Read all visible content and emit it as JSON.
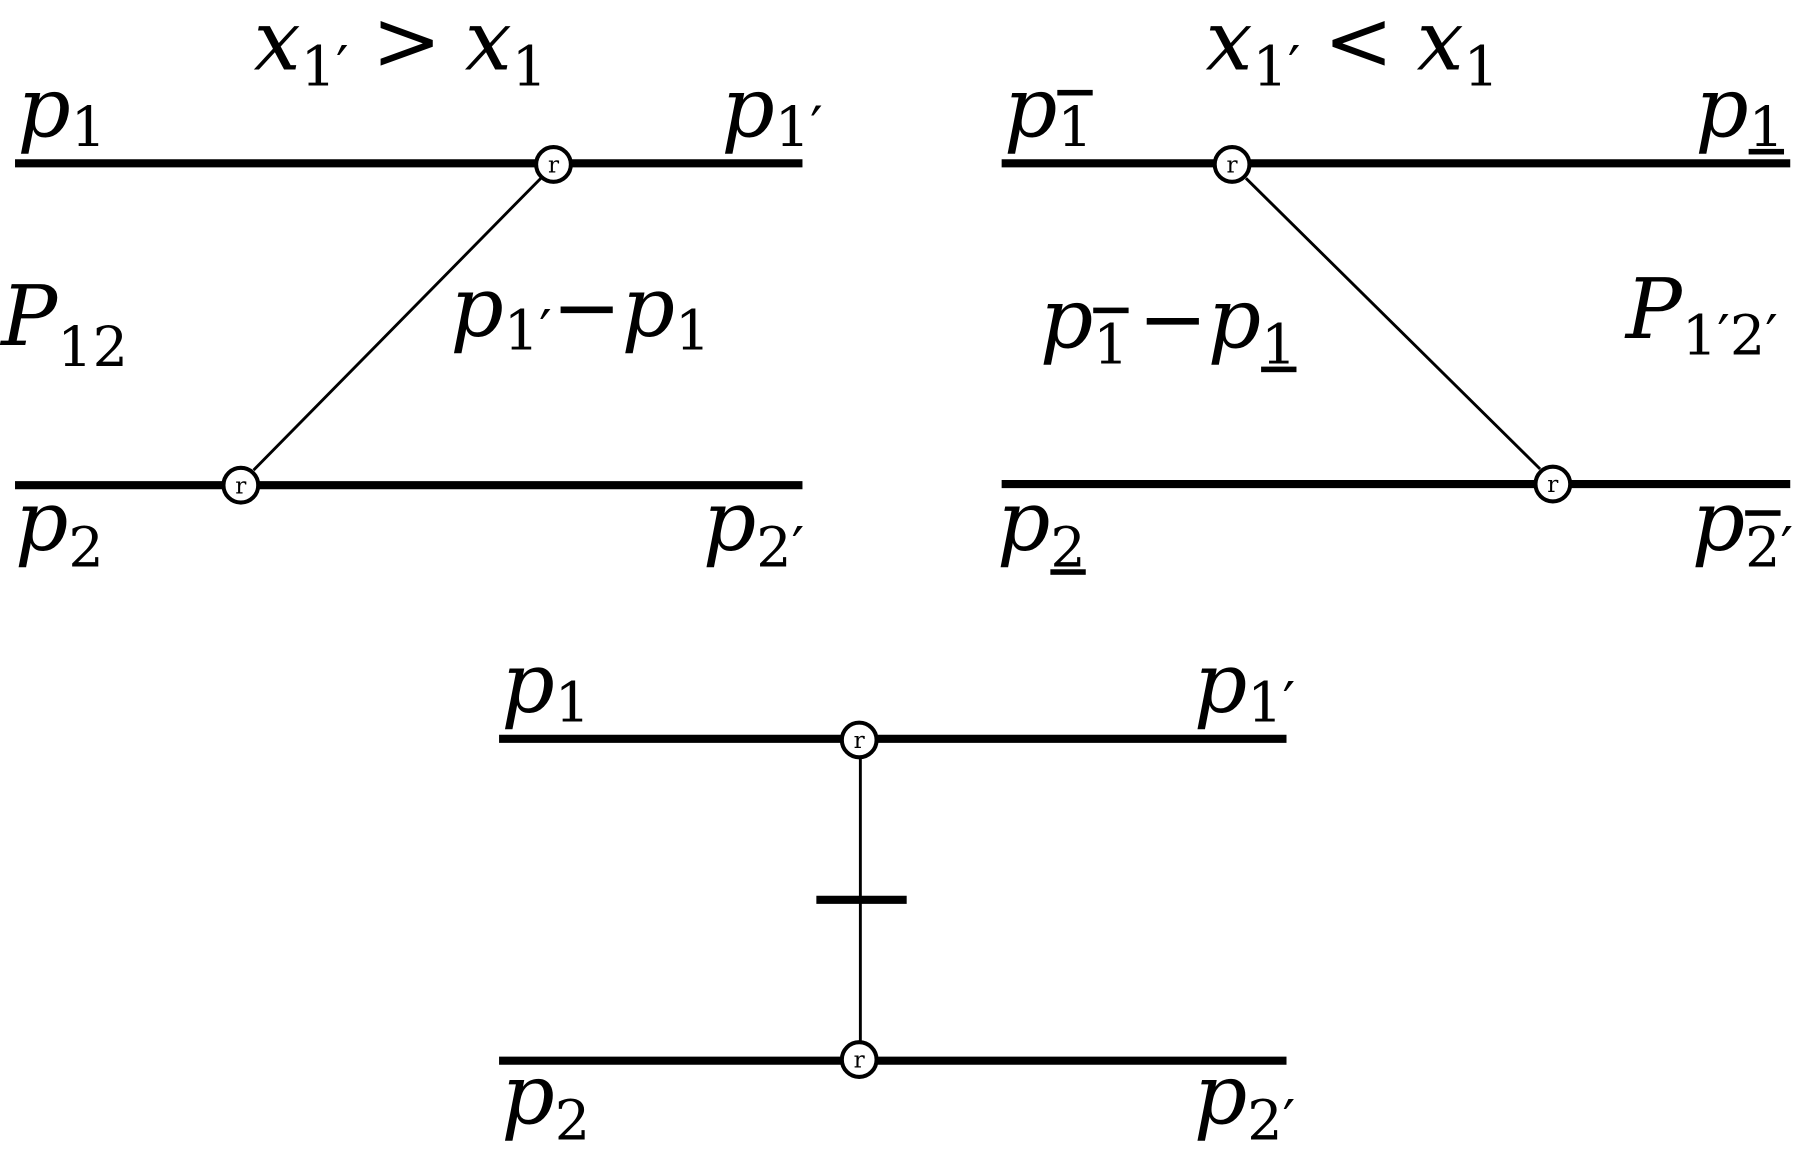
{
  "panels": [
    {
      "title": {
        "a": "x",
        "a_sub": "1′",
        "rel": ">",
        "b": "x",
        "b_sub": "1"
      },
      "labels": {
        "top_left": {
          "base": "p",
          "sub": "1"
        },
        "top_right": {
          "base": "p",
          "sub": "1′"
        },
        "bottom_left": {
          "base": "p",
          "sub": "2"
        },
        "bottom_right": {
          "base": "p",
          "sub": "2′"
        },
        "region": {
          "base": "P",
          "sub": "12"
        },
        "exchange": {
          "a": "p",
          "a_sub": "1′",
          "op": "−",
          "b": "p",
          "b_sub": "1"
        }
      }
    },
    {
      "title": {
        "a": "x",
        "a_sub": "1′",
        "rel": "<",
        "b": "x",
        "b_sub": "1"
      },
      "labels": {
        "top_left": {
          "base": "p",
          "sub": "1"
        },
        "top_right": {
          "base": "p",
          "sub": "1"
        },
        "bottom_left": {
          "base": "p",
          "sub": "2"
        },
        "bottom_right": {
          "base": "p",
          "sub": "2",
          "prime": "′"
        },
        "region": {
          "base": "P",
          "sub": "1′2′"
        },
        "exchange": {
          "a": "p",
          "a_sub": "1",
          "op": "−",
          "b": "p",
          "b_sub": "1"
        }
      }
    },
    {
      "labels": {
        "top_left": {
          "base": "p",
          "sub": "1"
        },
        "top_right": {
          "base": "p",
          "sub": "1′"
        },
        "bottom_left": {
          "base": "p",
          "sub": "2"
        },
        "bottom_right": {
          "base": "p",
          "sub": "2′"
        }
      }
    }
  ],
  "vertex_label": "r"
}
